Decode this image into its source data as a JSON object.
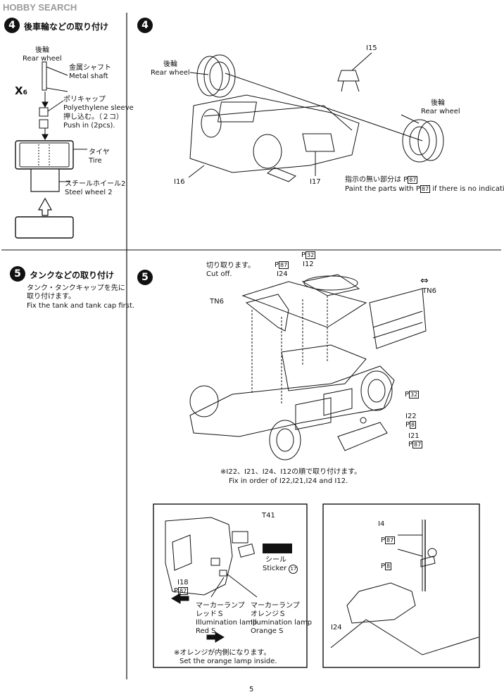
{
  "watermark": "HOBBY SEARCH",
  "page_number": "5",
  "step4_left": {
    "number": "4",
    "title": "後車輪などの取り付け",
    "rear_wheel_jp": "後輪",
    "rear_wheel_en": "Rear wheel",
    "metal_shaft_jp": "金属シャフト",
    "metal_shaft_en": "Metal shaft",
    "x_mark": "X",
    "x_sub": "6",
    "poly_jp": "ポリキャップ",
    "poly_en": "Polyethylene sleeve",
    "push_jp": "押し込む。（２コ）",
    "push_en": "Push in (2pcs).",
    "tire_jp": "タイヤ",
    "tire_en": "Tire",
    "steel_jp": "スチールホイール2",
    "steel_en": "Steel wheel 2"
  },
  "step5_left": {
    "number": "5",
    "title": "タンクなどの取り付け",
    "note_jp_1": "タンク・タンクキャップを先に",
    "note_jp_2": "取り付けます。",
    "note_en": "Fix the tank and tank cap first."
  },
  "step4_right": {
    "number": "4",
    "i15": "I15",
    "rear_wheel_jp_a": "後輪",
    "rear_wheel_en_a": "Rear wheel",
    "rear_wheel_jp_b": "後輪",
    "rear_wheel_en_b": "Rear wheel",
    "i16": "I16",
    "i17": "I17",
    "paint_jp": "指示の無い部分は",
    "paint_en_1": "Paint the parts with",
    "paint_en_2": "if there is no indication.",
    "paint_code": "87"
  },
  "step5_right": {
    "number": "5",
    "cutoff_jp": "切り取ります。",
    "cutoff_en": "Cut off.",
    "code_87_a": "87",
    "i24": "I24",
    "code_32_a": "32",
    "i12": "I12",
    "tn6_left": "TN6",
    "tn6_right": "TN6",
    "code_32_b": "32",
    "i22": "I22",
    "code_8": "8",
    "i21": "I21",
    "code_87_b": "87",
    "order_jp": "※I22、I21、I24、I12の順で取り付けます。",
    "order_en": "Fix in order of I22,I21,I24 and I12."
  },
  "detail_left": {
    "t41": "T41",
    "sticker_jp": "シール",
    "sticker_en": "Sticker",
    "sticker_no": "17",
    "i18": "I18",
    "code_87": "87",
    "red_jp_1": "マーカーランプ",
    "red_jp_2": "レッドＳ",
    "red_en_1": "Illumination lamp",
    "red_en_2": "Red S",
    "orange_jp_1": "マーカーランプ",
    "orange_jp_2": "オレンジＳ",
    "orange_en_1": "Illumination lamp",
    "orange_en_2": "Orange S",
    "note_jp": "※オレンジが内側になります。",
    "note_en": "Set the orange lamp inside."
  },
  "detail_right": {
    "i4": "I4",
    "code_87": "87",
    "code_8": "8",
    "i24": "I24"
  }
}
